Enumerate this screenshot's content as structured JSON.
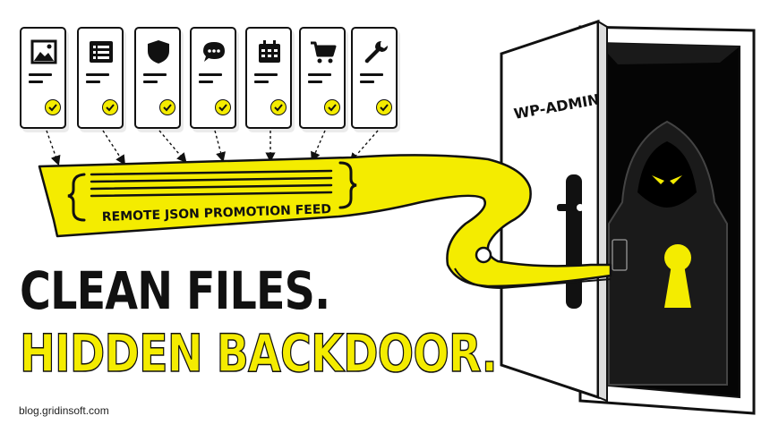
{
  "feed_label": "REMOTE JSON PROMOTION FEED",
  "door_label": "WP-ADMIN",
  "headline": {
    "line1": "CLEAN FILES.",
    "line2": "HIDDEN BACKDOOR."
  },
  "footer_url": "blog.gridinsoft.com",
  "cards": [
    {
      "icon": "image-icon"
    },
    {
      "icon": "list-icon"
    },
    {
      "icon": "shield-icon"
    },
    {
      "icon": "chat-bubble-icon"
    },
    {
      "icon": "calendar-icon"
    },
    {
      "icon": "shopping-cart-icon"
    },
    {
      "icon": "wrench-icon"
    }
  ],
  "colors": {
    "accent_yellow": "#f4ec00",
    "ink": "#111111",
    "background": "#ffffff"
  }
}
